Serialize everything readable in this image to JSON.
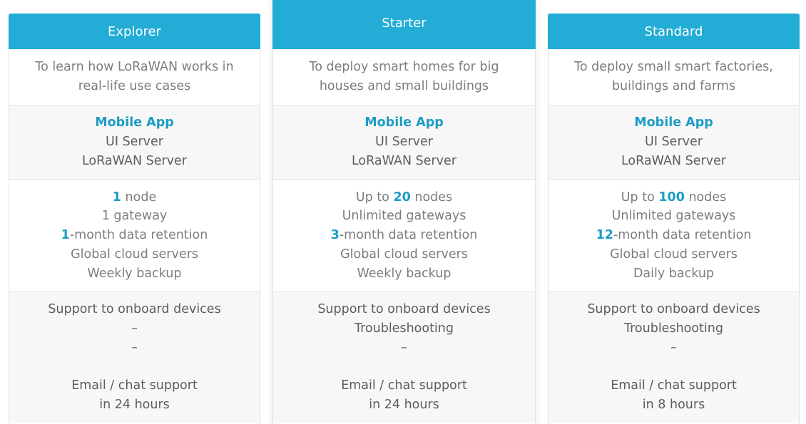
{
  "accent_color": "#22acd6",
  "highlight_color": "#1d9cc6",
  "plans": [
    {
      "name": "Explorer",
      "description": [
        "To learn how LoRaWAN works in",
        "real-life use cases"
      ],
      "software": {
        "highlight": "Mobile App",
        "items": [
          "UI Server",
          "LoRaWAN Server"
        ]
      },
      "features": {
        "nodes_prefix": "",
        "nodes_value": "1",
        "nodes_suffix": " node",
        "gateways": "1 gateway",
        "retention_value": "1",
        "retention_suffix": "-month data retention",
        "servers": "Global cloud servers",
        "backup": "Weekly backup"
      },
      "support": {
        "onboard": "Support to onboard devices",
        "troubleshooting": "–",
        "extra": "–",
        "contact_line1": "Email / chat support",
        "contact_line2": "in 24 hours"
      }
    },
    {
      "name": "Starter",
      "featured": true,
      "description": [
        "To deploy smart homes for big",
        "houses and small buildings"
      ],
      "software": {
        "highlight": "Mobile App",
        "items": [
          "UI Server",
          "LoRaWAN Server"
        ]
      },
      "features": {
        "nodes_prefix": "Up to ",
        "nodes_value": "20",
        "nodes_suffix": " nodes",
        "gateways": "Unlimited gateways",
        "retention_value": "3",
        "retention_suffix": "-month data retention",
        "servers": "Global cloud servers",
        "backup": "Weekly backup"
      },
      "support": {
        "onboard": "Support to onboard devices",
        "troubleshooting": "Troubleshooting",
        "extra": "–",
        "contact_line1": "Email / chat support",
        "contact_line2": "in 24 hours"
      }
    },
    {
      "name": "Standard",
      "description": [
        "To deploy small smart factories,",
        "buildings and farms"
      ],
      "software": {
        "highlight": "Mobile App",
        "items": [
          "UI Server",
          "LoRaWAN Server"
        ]
      },
      "features": {
        "nodes_prefix": "Up to ",
        "nodes_value": "100",
        "nodes_suffix": " nodes",
        "gateways": "Unlimited gateways",
        "retention_value": "12",
        "retention_suffix": "-month data retention",
        "servers": "Global cloud servers",
        "backup": "Daily backup"
      },
      "support": {
        "onboard": "Support to onboard devices",
        "troubleshooting": "Troubleshooting",
        "extra": "–",
        "contact_line1": "Email / chat support",
        "contact_line2": "in 8 hours"
      }
    }
  ]
}
